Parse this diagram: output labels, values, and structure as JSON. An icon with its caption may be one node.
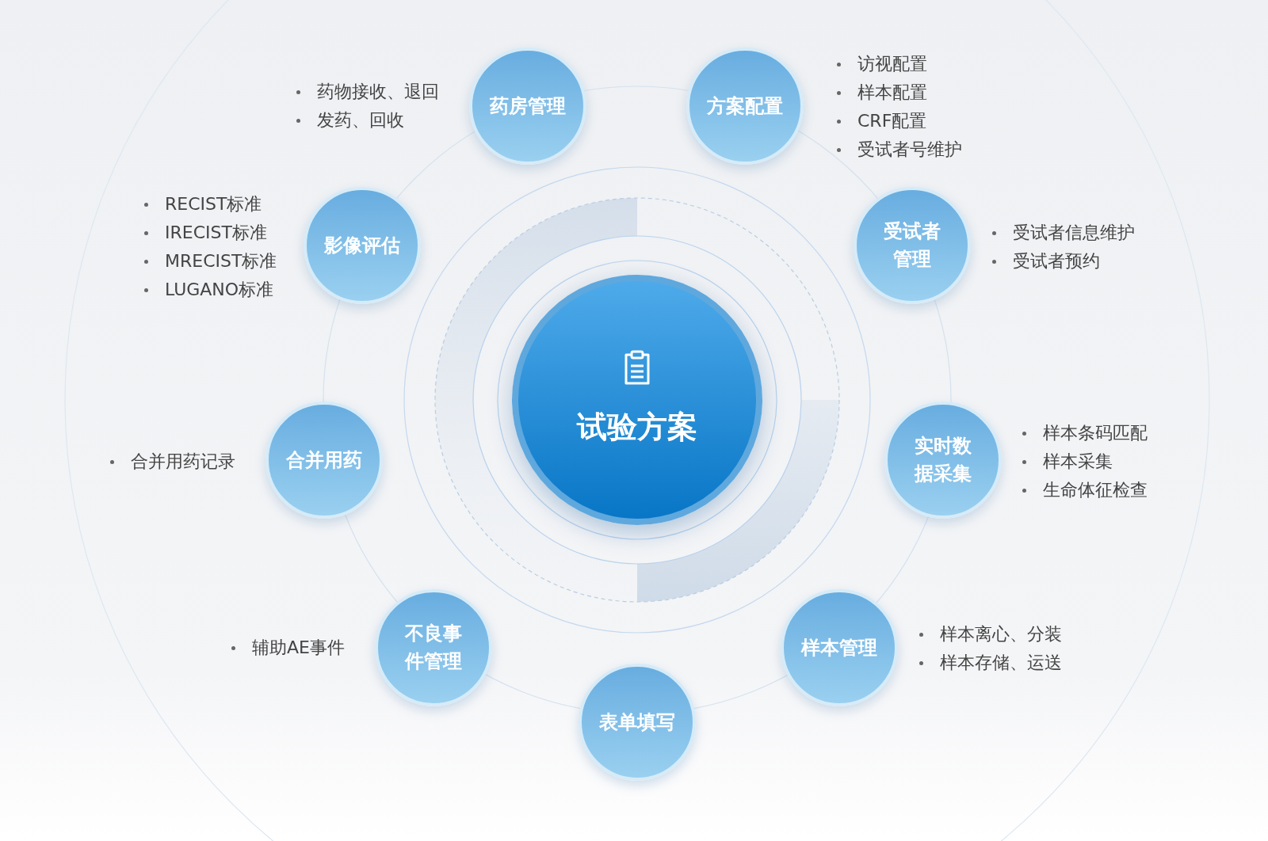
{
  "diagram": {
    "nodes": [
      {
        "text": [
          "试验方案"
        ]
      },
      {
        "text": [
          "药房管理"
        ],
        "beside": [
          "药物接收、退回",
          "发药、回收"
        ]
      },
      {
        "text": [
          "方案配置"
        ],
        "beside": [
          "访视配置",
          "样本配置",
          "CRF配置",
          "受试者号维护"
        ]
      },
      {
        "text": [
          "影像评估"
        ],
        "beside": [
          "RECIST标准",
          "IRECIST标准",
          "MRECIST标准",
          "LUGANO标准"
        ]
      },
      {
        "text": [
          "受试者管理"
        ],
        "beside": [
          "受试者信息维护",
          "受试者预约"
        ]
      },
      {
        "text": [
          "合并用药"
        ],
        "beside": [
          "合并用药记录"
        ]
      },
      {
        "text": [
          "实时数据采集"
        ],
        "beside": [
          "样本条码匹配",
          "样本采集",
          "生命体征检查"
        ]
      },
      {
        "text": [
          "不良事件管理"
        ],
        "beside": [
          "辅助AE事件"
        ]
      },
      {
        "text": [
          "样本管理"
        ],
        "beside": [
          "样本离心、分装",
          "样本存储、运送"
        ]
      },
      {
        "text": [
          "表单填写"
        ]
      }
    ]
  }
}
